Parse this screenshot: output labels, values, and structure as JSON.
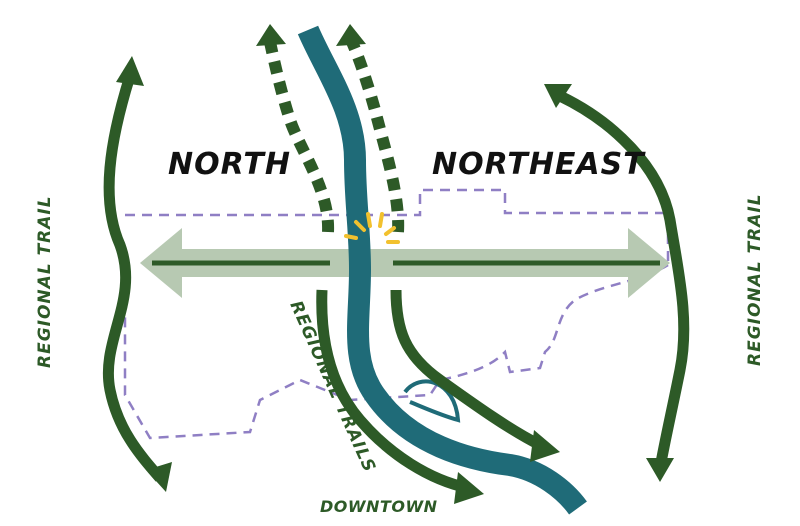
{
  "labels": {
    "north": "NORTH",
    "northeast": "NORTHEAST",
    "regional_trail_left": "REGIONAL TRAIL",
    "regional_trail_right": "REGIONAL TRAIL",
    "regional_trails_center": "REGIONAL TRAILS",
    "downtown": "DOWNTOWN"
  },
  "colors": {
    "trail_green": "#2d5a27",
    "river_teal": "#1f6b78",
    "corridor_sage": "#b7c9b2",
    "boundary_purple": "#8f7fc4",
    "spark_yellow": "#f2c12e",
    "text_dark": "#111111"
  }
}
